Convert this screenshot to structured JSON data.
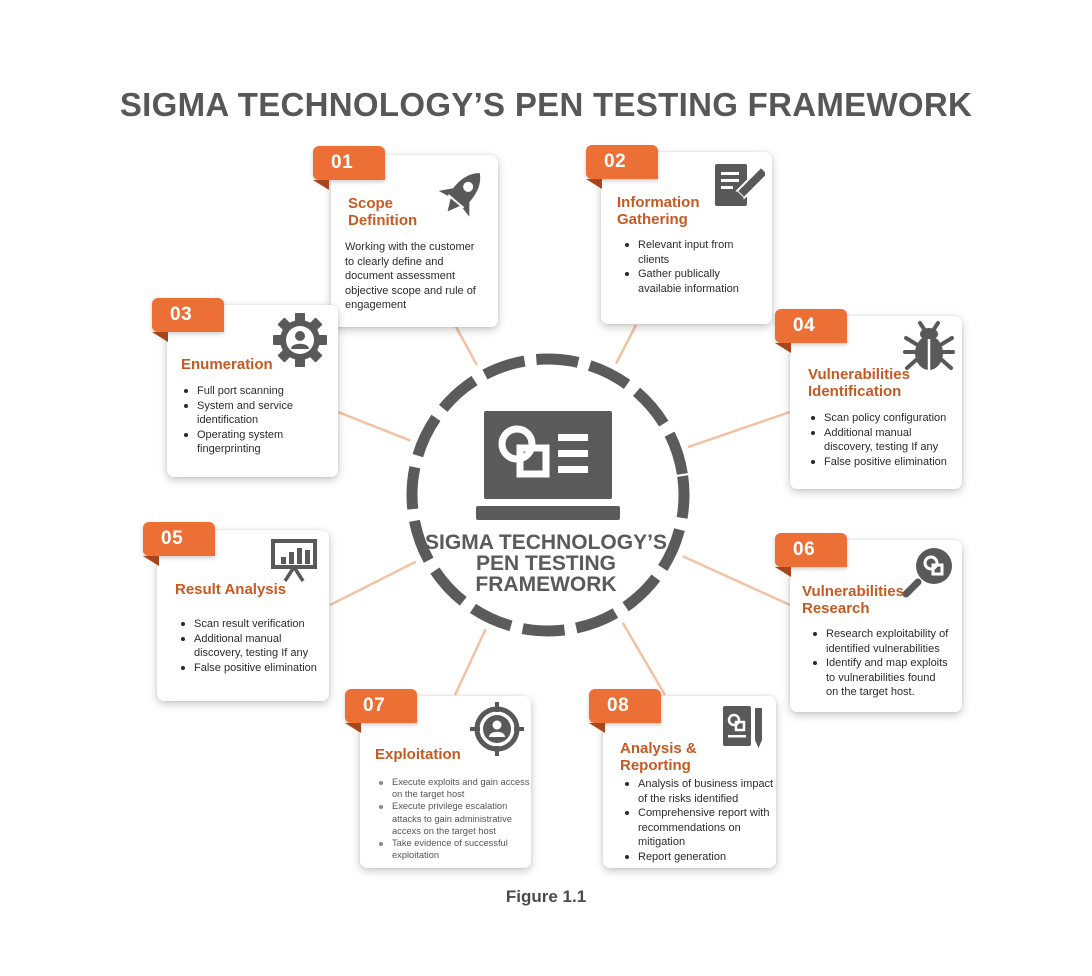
{
  "title": "SIGMA TECHNOLOGY’S PEN TESTING FRAMEWORK",
  "hub": {
    "line1": "SIGMA TECHNOLOGY’S",
    "line2": "PEN TESTING",
    "line3": "FRAMEWORK",
    "icon": "laptop-icon"
  },
  "caption": "Figure 1.1",
  "colors": {
    "accent": "#ec6f35",
    "accent_dark": "#a9451b",
    "title_orange": "#c55a22",
    "ring": "#5b5b5b",
    "connector": "#f2c2a4"
  },
  "steps": [
    {
      "number": "01",
      "title": [
        "Scope",
        "Definition"
      ],
      "icon": "rocket-icon",
      "text": [
        "Working with the customer",
        "to clearly define and",
        "document assessment",
        "objective scope and rule of",
        "engagement"
      ]
    },
    {
      "number": "02",
      "title": [
        "Information",
        "Gathering"
      ],
      "icon": "document-edit-icon",
      "items": [
        [
          "Relevant input from",
          "clients"
        ],
        [
          "Gather publically",
          "availabie information"
        ]
      ]
    },
    {
      "number": "03",
      "title": [
        "Enumeration"
      ],
      "icon": "gear-user-icon",
      "items": [
        [
          "Full port scanning"
        ],
        [
          "System and service",
          "identification"
        ],
        [
          "Operating system",
          "fingerprinting"
        ]
      ]
    },
    {
      "number": "04",
      "title": [
        "Vulnerabilities",
        "Identification"
      ],
      "icon": "bug-icon",
      "items": [
        [
          "Scan policy configuration"
        ],
        [
          "Additional manual",
          "discovery, testing If any"
        ],
        [
          "False positive elimination"
        ]
      ]
    },
    {
      "number": "05",
      "title": [
        "Result Analysis"
      ],
      "icon": "presentation-chart-icon",
      "items": [
        [
          "Scan result verification"
        ],
        [
          "Additional manual",
          "discovery, testing If any"
        ],
        [
          "False positive elimination"
        ]
      ]
    },
    {
      "number": "06",
      "title": [
        "Vulnerabilities",
        "Research"
      ],
      "icon": "magnifier-icon",
      "items": [
        [
          "Research exploitability of",
          "identified vulnerabilities"
        ],
        [
          "Identify and map exploits",
          "to vulnerabilities found",
          "on the target host."
        ]
      ]
    },
    {
      "number": "07",
      "title": [
        "Exploitation"
      ],
      "icon": "target-user-icon",
      "items": [
        [
          "Execute exploits and gain access",
          "on the target host"
        ],
        [
          "Execute privilege escalation",
          "attacks to gain administrative",
          "accexs on the target host"
        ],
        [
          "Take evidence of successful",
          "exploitation"
        ]
      ]
    },
    {
      "number": "08",
      "title": [
        "Analysis &",
        "Reporting"
      ],
      "icon": "report-pencil-icon",
      "items": [
        [
          "Analysis of business impact",
          "of the risks identified"
        ],
        [
          "Comprehensive report with",
          "recommendations on",
          "mitigation"
        ],
        [
          "Report generation"
        ]
      ]
    }
  ]
}
